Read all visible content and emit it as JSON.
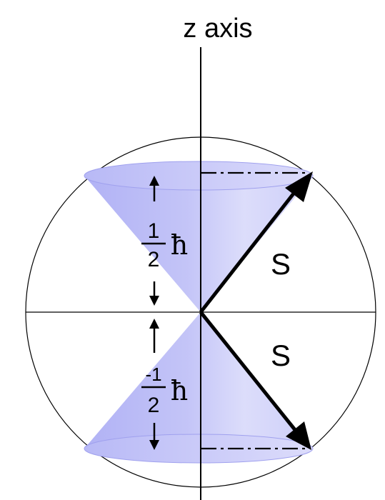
{
  "axis_label": "z axis",
  "upper_vector_label": "S",
  "lower_vector_label": "S",
  "upper_projection": {
    "numerator": "1",
    "denominator": "2",
    "symbol": "ħ"
  },
  "lower_projection": {
    "numerator": "-1",
    "denominator": "2",
    "symbol": "ħ"
  },
  "colors": {
    "cone_fill": "#a9aaf5",
    "cone_edge": "#c8c8f5",
    "line": "#000000"
  }
}
